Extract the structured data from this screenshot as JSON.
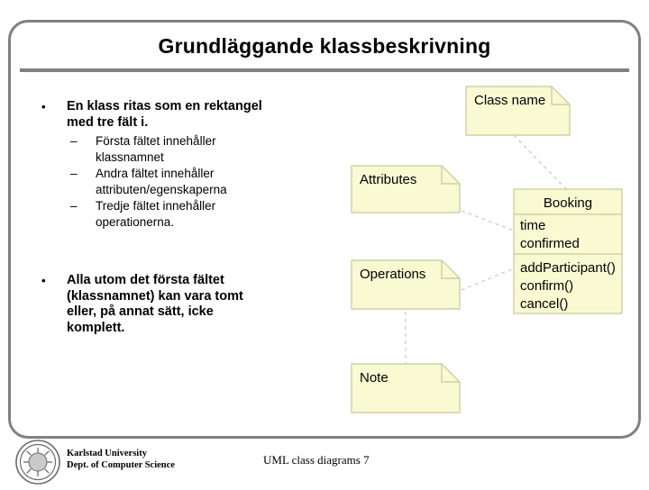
{
  "slide": {
    "title": "Grundläggande klassbeskrivning",
    "colors": {
      "frame": "#808080",
      "rule": "#808080",
      "note_fill": "#FAFAD2",
      "note_stroke": "#C8C89A",
      "connector": "#CFCFCF",
      "text": "#000000"
    }
  },
  "bullets": [
    {
      "marker": "•",
      "lines": [
        "En klass ritas som en rektangel",
        "med tre fält i."
      ],
      "sub": [
        {
          "marker": "–",
          "lines": [
            "Första fältet innehåller",
            "klassnamnet"
          ]
        },
        {
          "marker": "–",
          "lines": [
            "Andra fältet innehåller",
            "attributen/egenskaperna"
          ]
        },
        {
          "marker": "–",
          "lines": [
            "Tredje fältet innehåller",
            "operationerna."
          ]
        }
      ]
    },
    {
      "marker": "•",
      "lines": [
        "Alla utom det första fältet",
        "(klassnamnet) kan vara tomt",
        "eller, på annat sätt, icke",
        "komplett."
      ],
      "sub": []
    }
  ],
  "diagram": {
    "notes": [
      {
        "id": "class-name-note",
        "label": "Class name"
      },
      {
        "id": "attributes-note",
        "label": "Attributes"
      },
      {
        "id": "operations-note",
        "label": "Operations"
      },
      {
        "id": "note-note",
        "label": "Note"
      }
    ],
    "class_box": {
      "name": "Booking",
      "attributes": [
        "time",
        "confirmed"
      ],
      "operations": [
        "addParticipant()",
        "confirm()",
        "cancel()"
      ]
    }
  },
  "footer": {
    "university_line1": "Karlstad University",
    "university_line2": "Dept. of Computer Science",
    "center": "UML class diagrams 7",
    "logo_icon": "karlstad-university-seal-icon"
  }
}
